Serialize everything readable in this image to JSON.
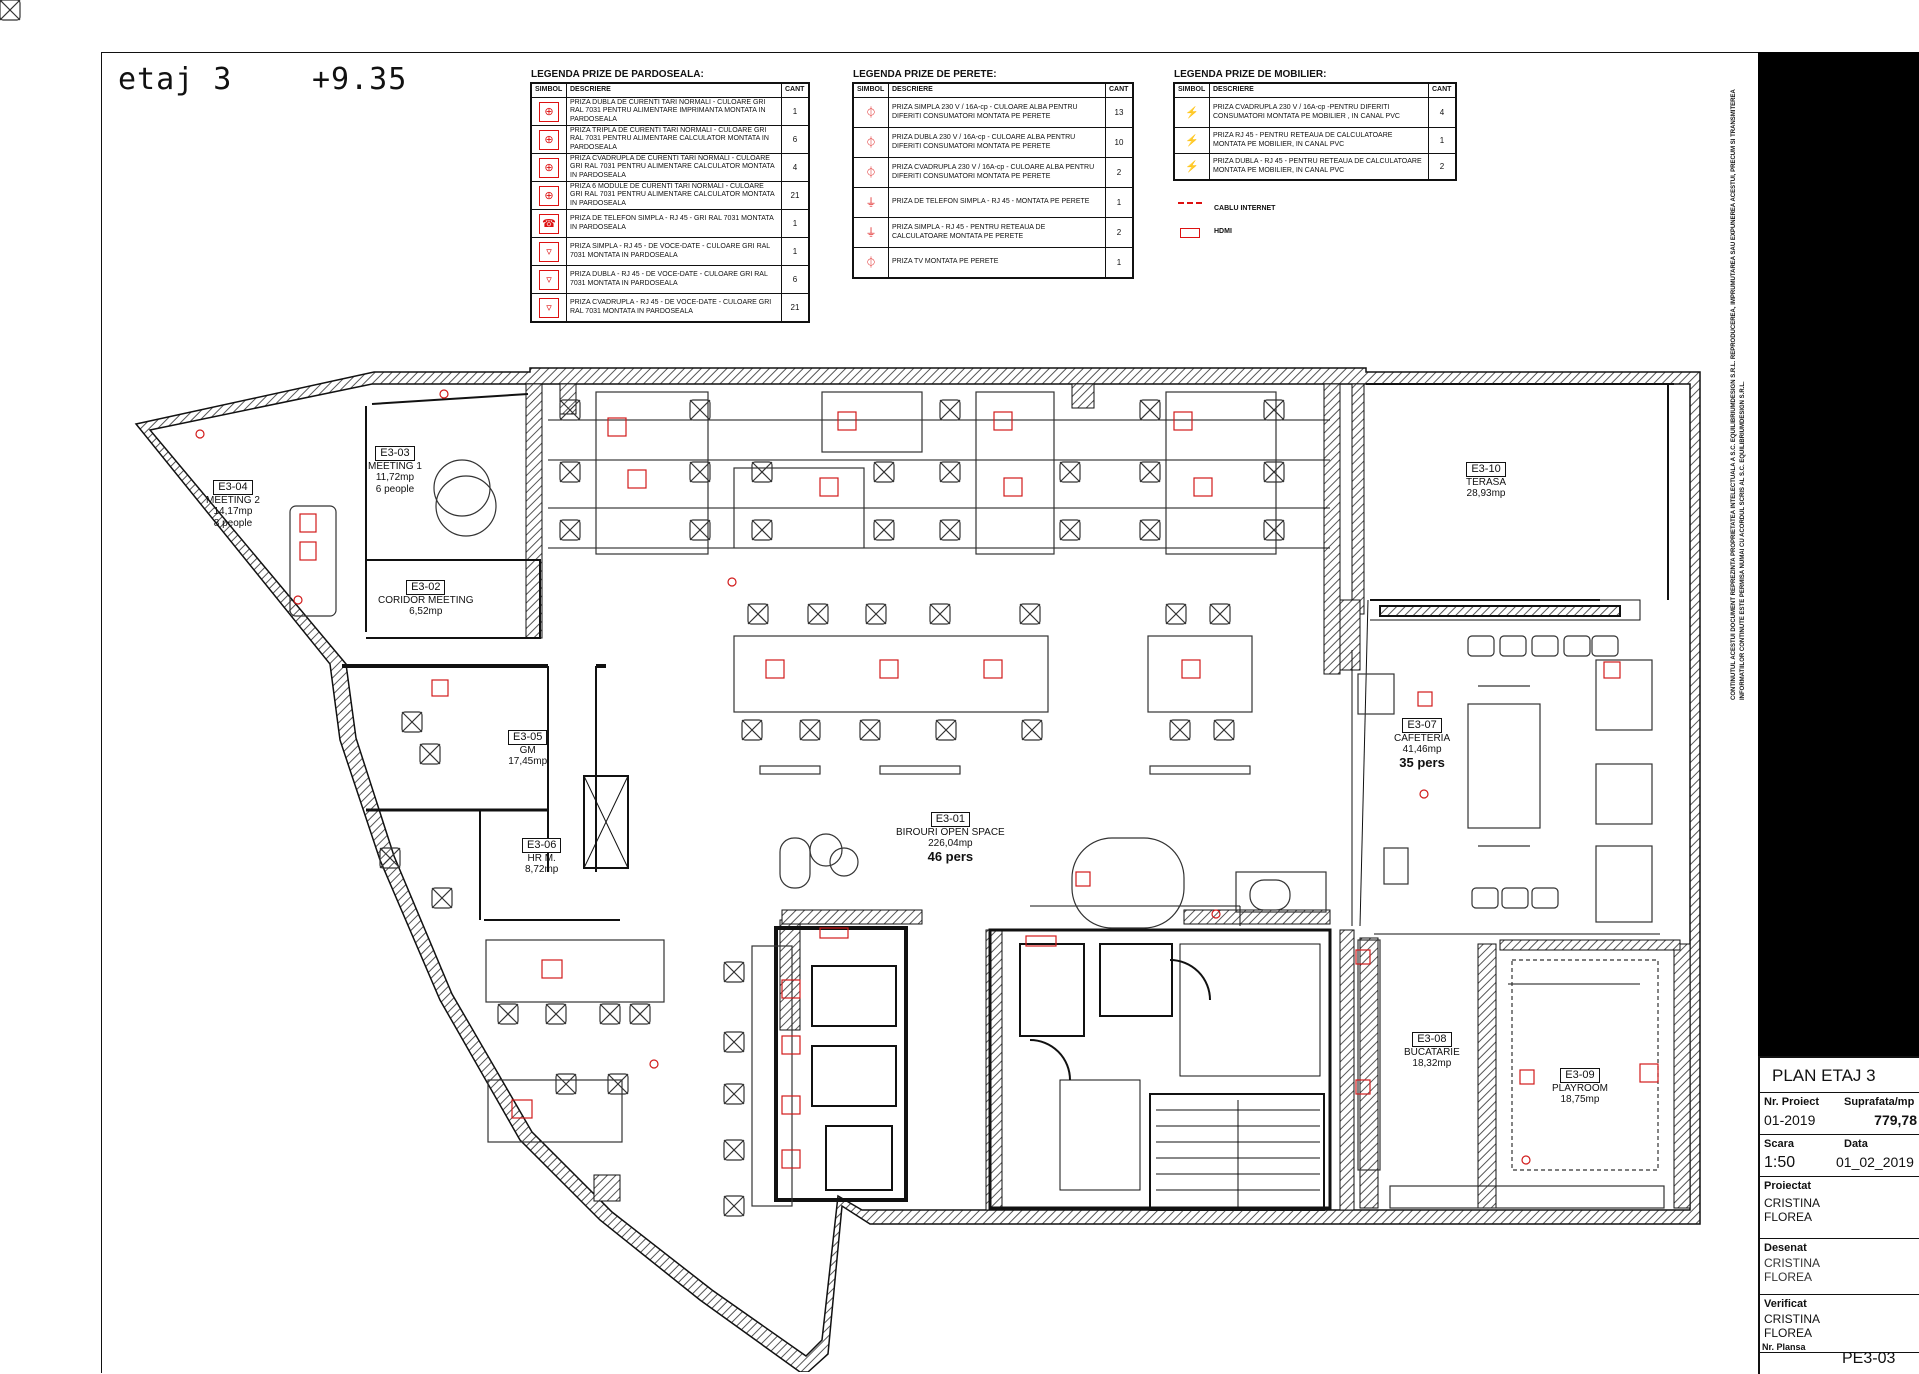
{
  "header": {
    "floor_label": "etaj 3",
    "elevation": "+9.35"
  },
  "legend_floor": {
    "title": "LEGENDA PRIZE DE PARDOSEALA:",
    "col_symbol": "SIMBOL",
    "col_desc": "DESCRIERE",
    "col_count": "CANT",
    "rows": [
      {
        "desc": "PRIZA DUBLA DE CURENTI TARI NORMALI - CULOARE GRI RAL 7031 PENTRU ALIMENTARE IMPRIMANTA MONTATA IN PARDOSEALA",
        "count": "1"
      },
      {
        "desc": "PRIZA TRIPLA DE CURENTI TARI NORMALI - CULOARE GRI RAL 7031 PENTRU ALIMENTARE CALCULATOR MONTATA IN PARDOSEALA",
        "count": "6"
      },
      {
        "desc": "PRIZA CVADRUPLA DE CURENTI TARI NORMALI - CULOARE GRI RAL 7031 PENTRU ALIMENTARE CALCULATOR MONTATA IN PARDOSEALA",
        "count": "4"
      },
      {
        "desc": "PRIZA 6 MODULE DE CURENTI TARI NORMALI - CULOARE GRI RAL 7031 PENTRU ALIMENTARE CALCULATOR MONTATA IN PARDOSEALA",
        "count": "21"
      },
      {
        "desc": "PRIZA DE TELEFON SIMPLA - RJ 45 - GRI RAL 7031 MONTATA IN PARDOSEALA",
        "count": "1"
      },
      {
        "desc": "PRIZA SIMPLA - RJ 45 - DE VOCE-DATE - CULOARE GRI RAL 7031 MONTATA IN PARDOSEALA",
        "count": "1"
      },
      {
        "desc": "PRIZA DUBLA - RJ 45 - DE VOCE-DATE - CULOARE GRI RAL 7031 MONTATA IN PARDOSEALA",
        "count": "6"
      },
      {
        "desc": "PRIZA CVADRUPLA - RJ 45 - DE VOCE-DATE - CULOARE GRI RAL 7031 MONTATA IN PARDOSEALA",
        "count": "21"
      }
    ]
  },
  "legend_wall": {
    "title": "LEGENDA PRIZE DE PERETE:",
    "col_symbol": "SIMBOL",
    "col_desc": "DESCRIERE",
    "col_count": "CANT",
    "rows": [
      {
        "desc": "PRIZA SIMPLA 230 V / 16A-cp - CULOARE ALBA PENTRU DIFERITI CONSUMATORI MONTATA PE PERETE",
        "count": "13"
      },
      {
        "desc": "PRIZA DUBLA 230 V / 16A-cp - CULOARE ALBA PENTRU DIFERITI CONSUMATORI MONTATA PE PERETE",
        "count": "10"
      },
      {
        "desc": "PRIZA CVADRUPLA 230 V / 16A-cp - CULOARE ALBA PENTRU DIFERITI CONSUMATORI MONTATA PE PERETE",
        "count": "2"
      },
      {
        "desc": "PRIZA DE TELEFON SIMPLA - RJ 45 - MONTATA PE PERETE",
        "count": "1"
      },
      {
        "desc": "PRIZA SIMPLA - RJ 45 - PENTRU RETEAUA DE CALCULATOARE MONTATA PE PERETE",
        "count": "2"
      },
      {
        "desc": "PRIZA TV MONTATA PE PERETE",
        "count": "1"
      }
    ]
  },
  "legend_furniture": {
    "title": "LEGENDA PRIZE DE MOBILIER:",
    "col_symbol": "SIMBOL",
    "col_desc": "DESCRIERE",
    "col_count": "CANT",
    "rows": [
      {
        "desc": "PRIZA CVADRUPLA 230 V / 16A-cp -PENTRU DIFERITI CONSUMATORI MONTATA PE MOBILIER , IN CANAL PVC",
        "count": "4"
      },
      {
        "desc": "PRIZA RJ 45 - PENTRU RETEAUA DE CALCULATOARE MONTATA PE MOBILIER, IN CANAL PVC",
        "count": "1"
      },
      {
        "desc": "PRIZA DUBLA - RJ 45 - PENTRU RETEAUA DE CALCULATOARE MONTATA PE MOBILIER, IN CANAL PVC",
        "count": "2"
      }
    ],
    "extra": [
      {
        "label": "CABLU INTERNET"
      },
      {
        "label": "HDMI"
      }
    ]
  },
  "rooms": [
    {
      "code": "E3-04",
      "name": "MEETING 2",
      "area": "14,17mp",
      "people": "8 people"
    },
    {
      "code": "E3-03",
      "name": "MEETING 1",
      "area": "11,72mp",
      "people": "6 people"
    },
    {
      "code": "E3-02",
      "name": "CORIDOR MEETING",
      "area": "6,52mp",
      "people": ""
    },
    {
      "code": "E3-05",
      "name": "GM",
      "area": "17,45mp",
      "people": ""
    },
    {
      "code": "E3-06",
      "name": "HR M.",
      "area": "8,72mp",
      "people": ""
    },
    {
      "code": "E3-01",
      "name": "BIROURI OPEN SPACE",
      "area": "226,04mp",
      "people": "46 pers"
    },
    {
      "code": "E3-07",
      "name": "CAFETERIA",
      "area": "41,46mp",
      "people": "35 pers"
    },
    {
      "code": "E3-08",
      "name": "BUCATARIE",
      "area": "18,32mp",
      "people": ""
    },
    {
      "code": "E3-09",
      "name": "PLAYROOM",
      "area": "18,75mp",
      "people": ""
    },
    {
      "code": "E3-10",
      "name": "TERASA",
      "area": "28,93mp",
      "people": ""
    }
  ],
  "side_note": "CONTINUTUL ACESTUI DOCUMENT REPREZINTA PROPRIETATEA INTELECTUALA A S.C. EQUILIBRIUMDESIGN S.R.L. REPRODUCEREA, IMPRUMUTAREA SAU EXPUNEREA ACESTUI, PRECUM SI TRANSMITEREA INFORMATIILOR CONTINUTE ESTE PERMISA NUMAI CU ACORDUL SCRIS AL S.C. EQUILIBRIUMDESIGN S.R.L.",
  "title_block": {
    "title": "PLAN ETAJ 3",
    "project_label": "Nr. Proiect",
    "project_value": "01-2019",
    "area_label": "Suprafata/mp",
    "area_value": "779,78",
    "scale_label": "Scara",
    "scale_value": "1:50",
    "date_label": "Data",
    "date_value": "01_02_2019",
    "designed_label": "Proiectat",
    "designed_value": "CRISTINA FLOREA",
    "drawn_label": "Desenat",
    "drawn_value": "CRISTINA FLOREA",
    "checked_label": "Verificat",
    "checked_value": "CRISTINA FLOREA",
    "sheet_label": "Nr. Plansa",
    "sheet_value": "PE3-03"
  },
  "colors": {
    "wall": "#111111",
    "wall_hatch": "#777777",
    "socket": "#d11a1a",
    "furniture": "#333333"
  }
}
